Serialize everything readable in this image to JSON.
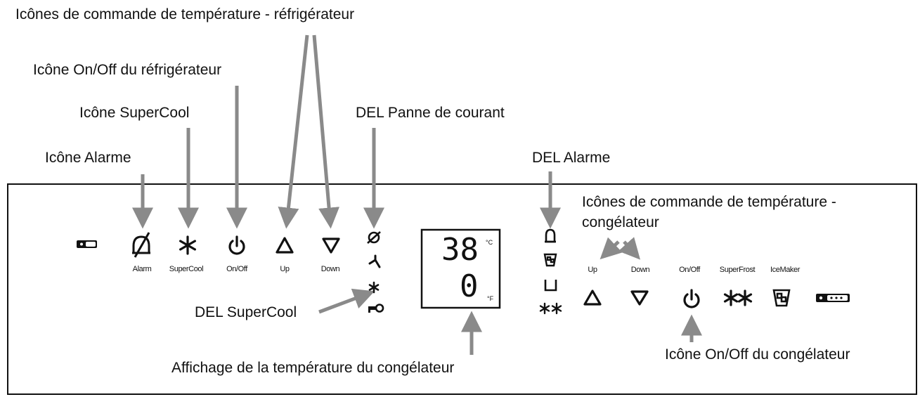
{
  "callouts": {
    "fridge_temp_icons": "Icônes de commande de température - réfrigérateur",
    "fridge_onoff_icon": "Icône On/Off du réfrigérateur",
    "supercool_icon": "Icône SuperCool",
    "power_fail_led": "DEL Panne de courant",
    "alarm_icon": "Icône Alarme",
    "alarm_led": "DEL Alarme",
    "freezer_temp_icons_1": "Icônes de commande de température -",
    "freezer_temp_icons_2": "congélateur",
    "supercool_led": "DEL SuperCool",
    "freezer_temp_display": "Affichage de la température du congélateur",
    "freezer_onoff_icon": "Icône On/Off du congélateur"
  },
  "fridge_buttons": [
    {
      "label": "Alarm",
      "icon": "bell-crossed-icon"
    },
    {
      "label": "SuperCool",
      "icon": "asterisk-icon"
    },
    {
      "label": "On/Off",
      "icon": "power-icon"
    },
    {
      "label": "Up",
      "icon": "triangle-up-icon"
    },
    {
      "label": "Down",
      "icon": "triangle-down-icon"
    }
  ],
  "freezer_buttons": [
    {
      "label": "Up",
      "icon": "triangle-up-icon"
    },
    {
      "label": "Down",
      "icon": "triangle-down-icon"
    },
    {
      "label": "On/Off",
      "icon": "power-icon"
    },
    {
      "label": "SuperFrost",
      "icon": "double-asterisk-icon"
    },
    {
      "label": "IceMaker",
      "icon": "ice-cube-icon"
    }
  ],
  "display": {
    "fridge_temp": "38",
    "freezer_temp": "0",
    "unit_c": "°C",
    "unit_f": "°F"
  }
}
